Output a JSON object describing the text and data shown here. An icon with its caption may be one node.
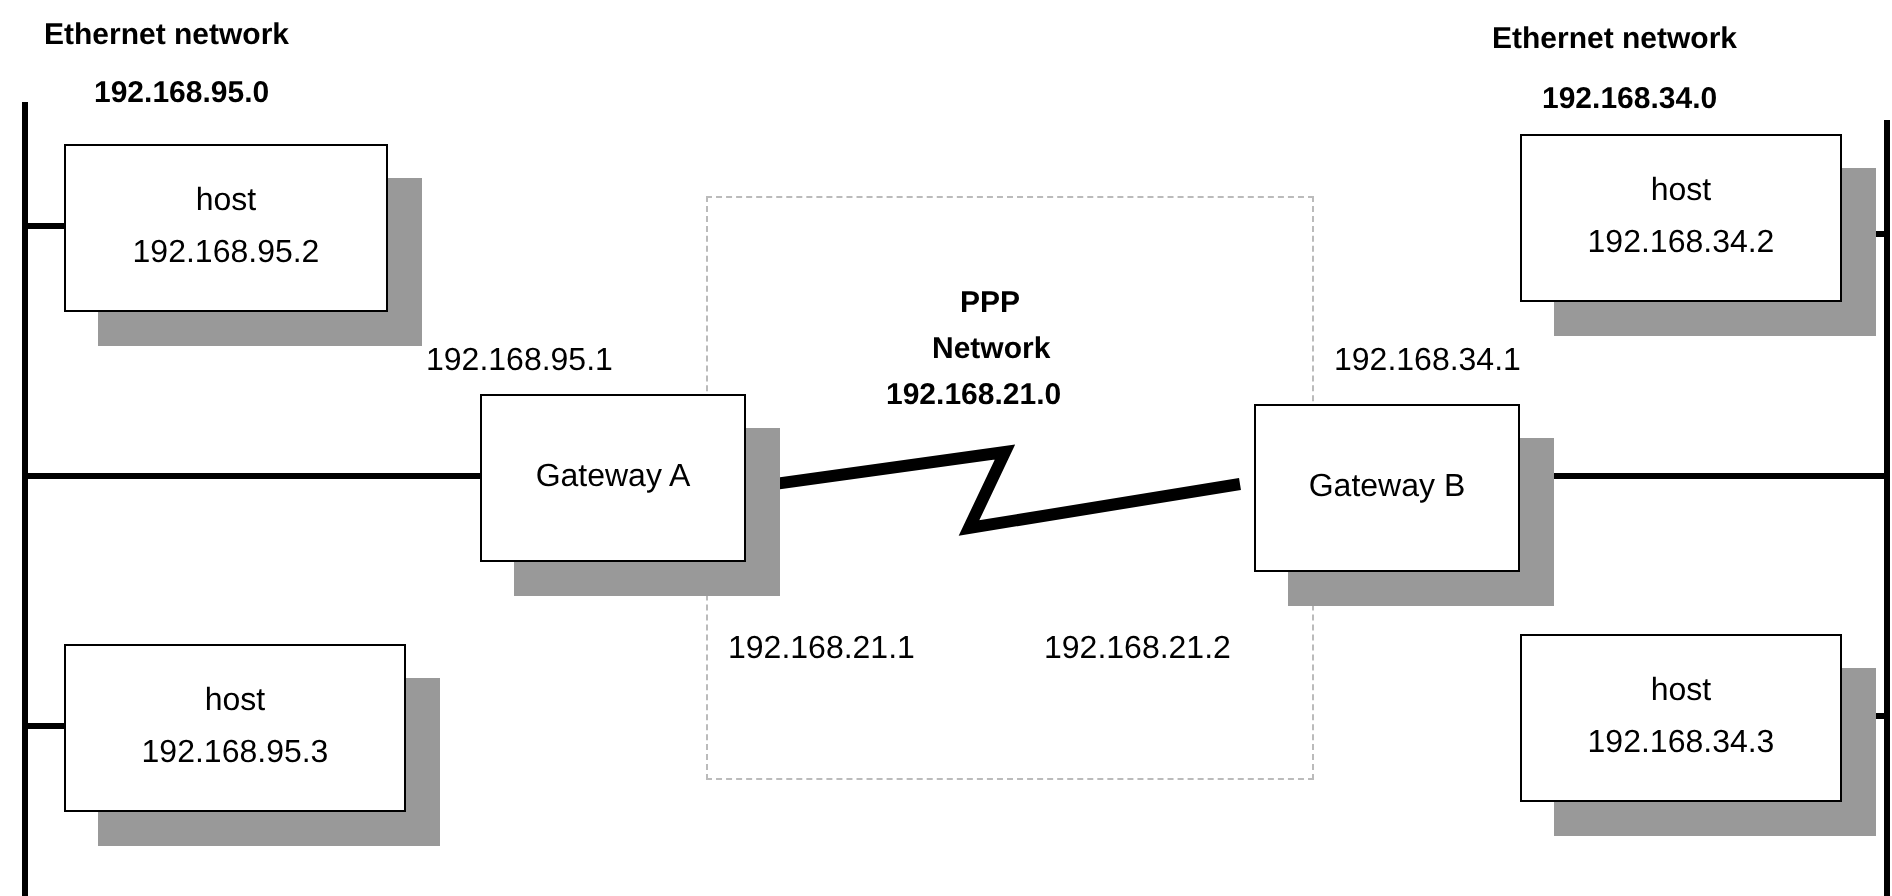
{
  "diagram": {
    "nodes": [
      {
        "text": [
          "Ethernet network",
          "192.168.95.0"
        ]
      },
      {
        "text": [
          "host",
          "192.168.95.2"
        ]
      },
      {
        "text": [
          "host",
          "192.168.95.3"
        ]
      },
      {
        "text": [
          "Gateway A"
        ],
        "beside": [
          "192.168.95.1"
        ]
      },
      {
        "text": [
          "Gateway B"
        ],
        "beside": [
          "192.168.34.1"
        ]
      },
      {
        "text": [],
        "shape": "bar"
      },
      {
        "text": [
          "host",
          "192.168.34.2"
        ]
      },
      {
        "text": [
          "host",
          "192.168.34.3"
        ]
      }
    ],
    "edges": [
      {
        "from": 1,
        "to": 0,
        "arrow": "none"
      },
      {
        "from": 3,
        "to": 0,
        "arrow": "none"
      },
      {
        "from": 2,
        "to": 0,
        "arrow": "none"
      },
      {
        "from": 3,
        "to": 4,
        "arrow": "none",
        "style": "thick"
      },
      {
        "from": 6,
        "to": 5,
        "arrow": "none"
      },
      {
        "from": 4,
        "to": 5,
        "arrow": "none"
      },
      {
        "from": 7,
        "to": 5,
        "arrow": "none"
      }
    ],
    "labels": [
      "Ethernet network",
      "192.168.34.0",
      "PPP",
      "Network",
      "192.168.21.0",
      "192.168.21.1",
      "192.168.21.2"
    ]
  }
}
